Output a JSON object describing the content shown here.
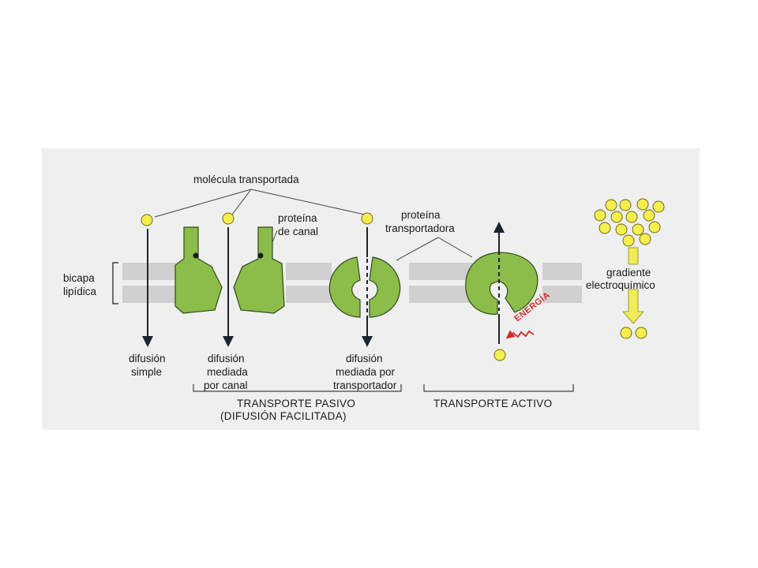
{
  "diagram": {
    "labels": {
      "transported_molecule": "molécula transportada",
      "channel_protein_1": "proteína",
      "channel_protein_2": "de canal",
      "transporter_protein_1": "proteína",
      "transporter_protein_2": "transportadora",
      "bilayer_1": "bicapa",
      "bilayer_2": "lipídica",
      "simple_1": "difusión",
      "simple_2": "simple",
      "channel_diff_1": "difusión",
      "channel_diff_2": "mediada",
      "channel_diff_3": "por canal",
      "carrier_diff_1": "difusión",
      "carrier_diff_2": "mediada por",
      "carrier_diff_3": "transportador",
      "gradient_1": "gradiente",
      "gradient_2": "electroquímico",
      "energy": "ENERGÍA",
      "passive_1": "TRANSPORTE PASIVO",
      "passive_2": "(DIFUSIÓN FACILITADA)",
      "active": "TRANSPORTE ACTIVO"
    },
    "colors": {
      "panel": "#efefef",
      "membrane": "#d0d0d0",
      "protein": "#8cbd4a",
      "protein_stroke": "#2f4a16",
      "molecule": "#f5ee4e",
      "molecule_stroke": "#6b6a18",
      "gradient_arrow": "#f2ec58",
      "energy": "#d42a2a"
    }
  }
}
